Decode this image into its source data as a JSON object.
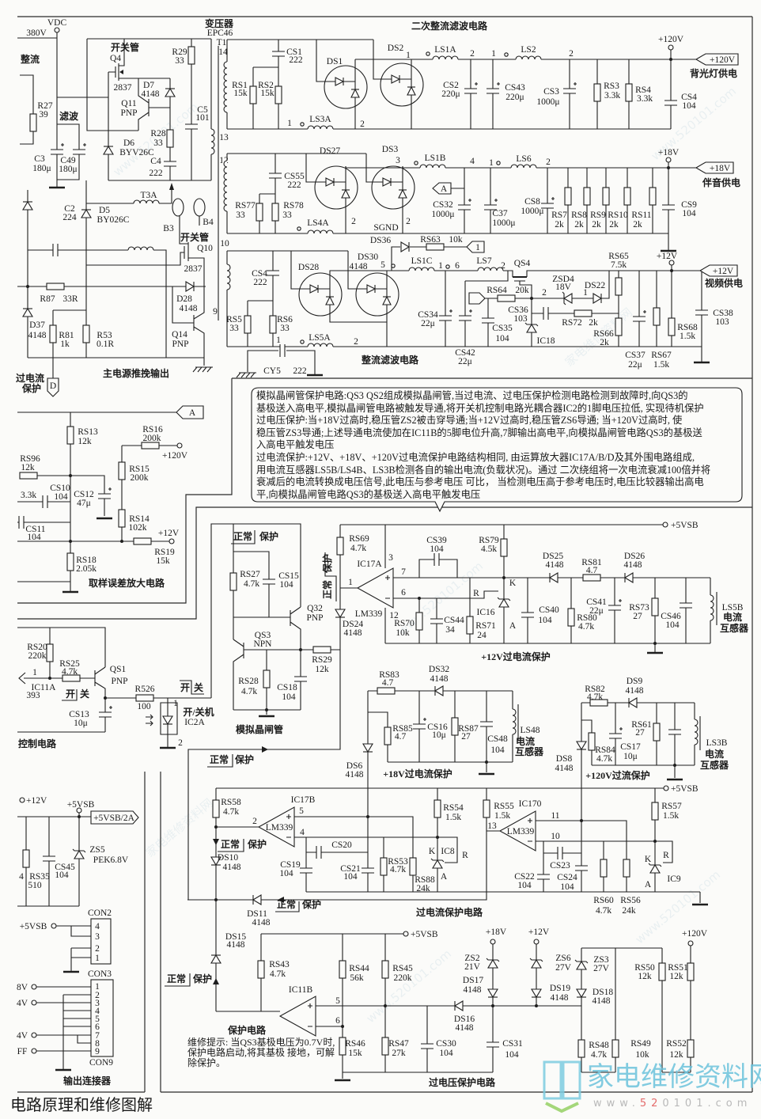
{
  "page": {
    "title": "电路原理和维修图解"
  },
  "watermark": {
    "brand": "家电维修资料网",
    "url_prefix": "www.",
    "url_highlight": "52",
    "url_suffix": "0101.com",
    "faint_url": "www.520101.com",
    "faint_brand": "家电维修资料网"
  },
  "states": {
    "normal": "正常",
    "protect": "保护",
    "on": "开",
    "off": "关"
  },
  "main_power": {
    "title": "主电源推挽输出",
    "vdc_label": "VDC",
    "vdc_value": "380V",
    "rectifier_label": "整流",
    "filter_label": "滤波",
    "switch_label": "开关管",
    "transformer": {
      "label": "变压器",
      "model": "EPC46",
      "ref": "T1",
      "pin_14": "14",
      "pin_13": "13",
      "pin_12": "12",
      "pin_10": "10",
      "pin_9": "9"
    },
    "Q4": {
      "ref": "Q4",
      "value": "2837"
    },
    "Q10": {
      "ref": "Q10",
      "value": "2837"
    },
    "Q11": {
      "ref": "Q11",
      "value": "PNP"
    },
    "Q14": {
      "ref": "Q14",
      "value": "PNP"
    },
    "R27": {
      "ref": "R27",
      "value": "39"
    },
    "R29": {
      "ref": "R29",
      "value": "33"
    },
    "R28": {
      "ref": "R28",
      "value": "33"
    },
    "R87": {
      "ref": "R87",
      "value": "33R"
    },
    "R81": {
      "ref": "R81",
      "value": "1k"
    },
    "R53": {
      "ref": "R53",
      "value": "0.1R"
    },
    "C3": {
      "ref": "C3",
      "value": "180μ"
    },
    "C49": {
      "ref": "C49",
      "value": "180μ"
    },
    "C5": {
      "ref": "C5",
      "value": "101"
    },
    "C4": {
      "ref": "C4",
      "value": "222"
    },
    "C2": {
      "ref": "C2",
      "value": "224"
    },
    "D7": {
      "ref": "D7",
      "value": "4148"
    },
    "D6": {
      "ref": "D6",
      "value": "BYV26C"
    },
    "D5": {
      "ref": "D5",
      "value": "BY026C"
    },
    "D28": {
      "ref": "D28",
      "value": "4148"
    },
    "D37": {
      "ref": "D37",
      "value": "4148"
    },
    "T3A": {
      "ref": "T3A"
    },
    "B3": {
      "ref": "B3"
    },
    "B4": {
      "ref": "B4"
    },
    "ocp_tag": {
      "line1": "过电流",
      "line2": "保护",
      "connector": "D"
    }
  },
  "secondary": {
    "title": "二次整流滤波电路",
    "subtitle": "整流滤波电路",
    "CS1": {
      "ref": "CS1",
      "value": "222"
    },
    "RS1": {
      "ref": "RS1",
      "value": "15k"
    },
    "RS2": {
      "ref": "RS2",
      "value": "15k"
    },
    "DS1": {
      "ref": "DS1"
    },
    "DS2": {
      "ref": "DS2",
      "pin": "1"
    },
    "LS1A": {
      "ref": "LS1A",
      "pin_out": "2"
    },
    "LS3A": {
      "ref": "LS3A",
      "pin_in": "1",
      "pin_out": "2"
    },
    "CS2": {
      "ref": "CS2",
      "value": "220μ"
    },
    "LS2": {
      "ref": "LS2",
      "pin_in": "1",
      "pin_out": "2"
    },
    "CS43": {
      "ref": "CS43",
      "value": "220μ"
    },
    "CS3": {
      "ref": "CS3",
      "value": "1000μ"
    },
    "RS3": {
      "ref": "RS3",
      "value": "3.3k"
    },
    "RS4": {
      "ref": "RS4",
      "value": "3.3k"
    },
    "CS4": {
      "ref": "CS4",
      "value": "104"
    },
    "out_120v": {
      "node": "+120V",
      "tag": "+120V",
      "desc": "背光灯供电"
    },
    "DS27": {
      "ref": "DS27"
    },
    "DS3": {
      "ref": "DS3",
      "pin": "3"
    },
    "LS1B": {
      "ref": "LS1B",
      "pin_out": "4"
    },
    "CS55": {
      "ref": "CS55",
      "value": "222"
    },
    "RS77": {
      "ref": "RS77",
      "value": "33"
    },
    "RS78": {
      "ref": "RS78",
      "value": "33"
    },
    "LS4A": {
      "ref": "LS4A"
    },
    "pin2_a": "2",
    "pin2_b": "2",
    "sgnd": "SGND",
    "tag_A": "A",
    "CS32": {
      "ref": "CS32",
      "value": "1000μ"
    },
    "C37": {
      "ref": "C37",
      "value": "1000μ"
    },
    "LS6": {
      "ref": "LS6",
      "pin_in": "1",
      "pin_out": "2"
    },
    "CS8": {
      "ref": "CS8",
      "value": "1000μ"
    },
    "RS7": {
      "ref": "RS7",
      "value": "2k"
    },
    "RS8": {
      "ref": "RS8",
      "value": "2k"
    },
    "RS9": {
      "ref": "RS9",
      "value": "2k"
    },
    "RS10": {
      "ref": "RS10",
      "value": "2k"
    },
    "RS11": {
      "ref": "RS11",
      "value": "2k"
    },
    "CS9": {
      "ref": "CS9",
      "value": "104"
    },
    "out_18v": {
      "node": "+18V",
      "tag": "+18V",
      "desc": "伴音供电"
    },
    "DS36": {
      "ref": "DS36"
    },
    "RS63": {
      "ref": "RS63",
      "value": "10k"
    },
    "tag_1": "1",
    "DS30": {
      "ref": "DS30",
      "value": "4148",
      "pin": "5"
    },
    "DS28": {
      "ref": "DS28"
    },
    "CS4b": {
      "ref": "CS4",
      "value": "222"
    },
    "RS5": {
      "ref": "RS5",
      "value": "33"
    },
    "RS6": {
      "ref": "RS6",
      "value": "33"
    },
    "LS5A": {
      "ref": "LS5A",
      "pin_in": "1",
      "pin_out": "2"
    },
    "CY5": {
      "ref": "CY5",
      "value": "222"
    },
    "LS1C": {
      "ref": "LS1C",
      "pin_out": "1"
    },
    "LS7": {
      "ref": "LS7",
      "pin_in": "6",
      "pin_out": "2"
    },
    "QS4": {
      "ref": "QS4"
    },
    "RS64": {
      "ref": "RS64",
      "value": "20k"
    },
    "CS34": {
      "ref": "CS34",
      "value": "22μ"
    },
    "CS42": {
      "ref": "CS42",
      "value": "22μ"
    },
    "CS35": {
      "ref": "CS35",
      "value": "104"
    },
    "CS36": {
      "ref": "CS36",
      "value": "103"
    },
    "IC18": {
      "ref": "IC18"
    },
    "ZSD4": {
      "ref": "ZSD4",
      "value": "18V",
      "pin": "2"
    },
    "DS22": {
      "ref": "DS22",
      "pin": "1"
    },
    "RS72": {
      "ref": "RS72",
      "value": "2k"
    },
    "RS65": {
      "ref": "RS65",
      "value": "7.5k"
    },
    "RS66": {
      "ref": "RS66",
      "value": "2k"
    },
    "CS37": {
      "ref": "CS37",
      "value": "22μ"
    },
    "RS67": {
      "ref": "RS67",
      "value": "1.5k"
    },
    "RS68": {
      "ref": "RS68",
      "value": "1.5k"
    },
    "CS38": {
      "ref": "CS38",
      "value": "103"
    },
    "out_12v": {
      "node": "+12V",
      "tag": "+12V",
      "desc": "视频供电"
    }
  },
  "callout": {
    "lines": [
      "模拟晶闸管保护电路:QS3  QS2组成模拟晶闸管,当过电流、过电压保护检测电路检测到故障时,向QS3的",
      "基极送入高电平,模拟晶闸管电路被触发导通,将开关机控制电路光耦合器IC2的1脚电压拉低, 实现待机保护",
      "过电压保护:当+18V过高时,稳压管ZS2被击穿导通;当+12V过高时,稳压管ZS6导通; 当+120V过高时, 使",
      "稳压管ZS3导通;上述导通电流使加在IC11B的5脚电位升高,7脚输出高电平,向模拟晶闸管电路QS3的基极送",
      "入高电平触发电压",
      "过电流保护:+12V、+18V、+120V过电流保护电路结构相同, 由运算放大器IC17A/B/D及其外围电路组成,",
      "用电流互感器LS5B/LS4B、LS3B检测各自的输出电流(负载状况)。通过 二次绕组将一次电流衰减100倍并将",
      "衰减后的电流转换成电压信号,此电压与参考电压 可比， 当检测电压高于参考电压时,电压比较器输出高电",
      "平,向模拟晶闸管电路QS3的基极送入高电平触发电压"
    ]
  },
  "error_amp": {
    "title": "取样误差放大电路",
    "tag_A": "A",
    "RS13": {
      "ref": "RS13",
      "value": "12k"
    },
    "RS16": {
      "ref": "RS16",
      "value": "200k"
    },
    "RS15": {
      "ref": "RS15",
      "value": "200k"
    },
    "RS14": {
      "ref": "RS14",
      "value": "102k"
    },
    "RS96": {
      "ref": "RS96",
      "value": "12k"
    },
    "RS19": {
      "ref": "RS19",
      "value": "15k"
    },
    "RS18": {
      "ref": "RS18",
      "value": "2.05k"
    },
    "CS10": {
      "ref": "CS10",
      "value": "104"
    },
    "CS12": {
      "ref": "CS12",
      "value": "47μ"
    },
    "CS11": {
      "ref": "CS11",
      "value": "104"
    },
    "partial_value": "3.3k",
    "v120": "+120V",
    "v12": "+12V"
  },
  "control": {
    "title": "控制电路",
    "RS20": {
      "ref": "RS20",
      "value": "220k"
    },
    "RS25": {
      "ref": "RS25",
      "value": "4.7k"
    },
    "QS1": {
      "ref": "QS1",
      "value": "PNP"
    },
    "IC11A": {
      "ref": "IC11A",
      "value": "393",
      "pin": "1"
    },
    "CS13": {
      "ref": "CS13",
      "value": "10μ"
    },
    "R526": {
      "ref": "R526",
      "value": "100"
    },
    "IC2A": {
      "ref": "IC2A",
      "desc": "开/关机",
      "pin1": "1",
      "pin2": "2"
    }
  },
  "scr": {
    "title": "模拟晶闸管",
    "RS27": {
      "ref": "RS27",
      "value": "4.7k"
    },
    "CS15": {
      "ref": "CS15",
      "value": "104"
    },
    "Q32": {
      "ref": "Q32",
      "value": "PNP"
    },
    "QS3": {
      "ref": "QS3",
      "value": "NPN"
    },
    "RS29": {
      "ref": "RS29",
      "value": "12k"
    },
    "RS28": {
      "ref": "RS28",
      "value": "4.7k"
    },
    "CS18": {
      "ref": "CS18",
      "value": "104"
    }
  },
  "ocp_12v": {
    "title": "+12V过电流保护",
    "vsb": "+5VSB",
    "RS69": {
      "ref": "RS69",
      "value": "4.7k"
    },
    "IC17A": {
      "ref": "IC17A",
      "chip": "LM339",
      "pin_vcc": "3",
      "pin_in_plus": "7",
      "pin_out": "1",
      "pin_in_minus": "6",
      "pin_gnd": "12"
    },
    "DS24": {
      "ref": "DS24",
      "value": "4148"
    },
    "CS39": {
      "ref": "CS39",
      "value": "104"
    },
    "RS79": {
      "ref": "RS79",
      "value": "4.5k"
    },
    "IC16": {
      "ref": "IC16",
      "pin_k": "K",
      "pin_r": "R",
      "pin_a": "A"
    },
    "RS70": {
      "ref": "RS70",
      "value": "10k"
    },
    "CS44": {
      "ref": "CS44",
      "value": "34"
    },
    "RS71": {
      "ref": "RS71",
      "value": "24"
    },
    "CS40": {
      "ref": "CS40",
      "value": "104"
    },
    "DS25": {
      "ref": "DS25",
      "value": "4148"
    },
    "RS81": {
      "ref": "RS81",
      "value": "4.7"
    },
    "DS26": {
      "ref": "DS26",
      "value": "4148"
    },
    "CS41": {
      "ref": "CS41",
      "value": "22μ"
    },
    "RS80": {
      "ref": "RS80",
      "value": "4.7k"
    },
    "RS73": {
      "ref": "RS73",
      "value": "27"
    },
    "CS46": {
      "ref": "CS46",
      "value": "104"
    },
    "LS5B": {
      "ref": "LS5B",
      "desc1": "电流",
      "desc2": "互感器"
    }
  },
  "ocp_18v": {
    "title": "+18V过电流保护",
    "RS83": {
      "ref": "RS83",
      "value": "4.7"
    },
    "DS32": {
      "ref": "DS32",
      "value": "4148"
    },
    "RS85": {
      "ref": "RS85",
      "value": "4.7"
    },
    "CS16": {
      "ref": "CS16",
      "value": "10μ"
    },
    "RS87": {
      "ref": "RS87",
      "value": "27"
    },
    "CS48": {
      "ref": "CS48",
      "value": "104"
    },
    "LS48": {
      "ref": "LS48",
      "desc1": "电流",
      "desc2": "互感器"
    },
    "DS6": {
      "ref": "DS6",
      "value": "4148"
    }
  },
  "ocp_120v": {
    "title": "+120V过流保护",
    "RS82": {
      "ref": "RS82",
      "value": "4.7k"
    },
    "DS9": {
      "ref": "DS9",
      "value": "4148"
    },
    "RS84": {
      "ref": "RS84",
      "value": "4.7k"
    },
    "CS17": {
      "ref": "CS17",
      "value": "10μ"
    },
    "RS61": {
      "ref": "RS61",
      "value": "27"
    },
    "LS3B": {
      "ref": "LS3B",
      "desc1": "电流",
      "desc2": "互感器"
    },
    "DS8": {
      "ref": "DS8",
      "value": "4148"
    }
  },
  "ocp_compare": {
    "title": "过电流保护电路",
    "vsb": "+5VSB",
    "RS58": {
      "ref": "RS58",
      "value": "4.7k"
    },
    "IC17B": {
      "ref": "IC17B",
      "chip": "LM339",
      "pin_plus": "5",
      "pin_out": "2",
      "pin_minus": "4"
    },
    "DS10": {
      "ref": "DS10",
      "value": "4148"
    },
    "DS11": {
      "ref": "DS11",
      "value": "4148"
    },
    "CS20": {
      "ref": "CS20"
    },
    "CS19": {
      "ref": "CS19",
      "value": "104"
    },
    "CS21": {
      "ref": "CS21",
      "value": "104"
    },
    "RS53": {
      "ref": "RS53",
      "value": "4.7k"
    },
    "RS88": {
      "ref": "RS88",
      "value": "24k"
    },
    "RS54": {
      "ref": "RS54",
      "value": "1.5k"
    },
    "IC8": {
      "ref": "IC8",
      "pin_k": "K",
      "pin_r": "R",
      "pin_a": "A"
    },
    "RS55": {
      "ref": "RS55",
      "value": "1.5k"
    },
    "IC170": {
      "ref": "IC170",
      "chip": "LM339",
      "pin_out": "13",
      "pin_plus": "11",
      "pin_minus": "10"
    },
    "CS23": {
      "ref": "CS23"
    },
    "CS22": {
      "ref": "CS22",
      "value": "104"
    },
    "CS24": {
      "ref": "CS24",
      "value": "104"
    },
    "RS60": {
      "ref": "RS60",
      "value": "4.7k"
    },
    "RS56": {
      "ref": "RS56",
      "value": "24k"
    },
    "RS57": {
      "ref": "RS57",
      "value": "1.5k"
    },
    "IC9": {
      "ref": "IC9",
      "pin_k": "K",
      "pin_r": "R",
      "pin_a": "A"
    }
  },
  "protection": {
    "title": "保护电路",
    "vsb": "+5VSB",
    "DS15": {
      "ref": "DS15",
      "value": "4148"
    },
    "RS43": {
      "ref": "RS43",
      "value": "4.7k"
    },
    "IC11B": {
      "ref": "IC11B",
      "pin_plus": "5",
      "pin_minus": "6"
    },
    "RS44": {
      "ref": "RS44",
      "value": "56k"
    },
    "RS45": {
      "ref": "RS45",
      "value": "220k"
    },
    "RS46": {
      "ref": "RS46",
      "value": "15k"
    },
    "RS47": {
      "ref": "RS47",
      "value": "27k"
    },
    "CS30": {
      "ref": "CS30",
      "value": "104"
    },
    "DS16": {
      "ref": "DS16",
      "value": "4148"
    },
    "repair_tip": [
      "维修提示: 当QS3基极电压为0.7V时,",
      "保护电路启动,将其基极 接地，可解",
      "除保护。"
    ]
  },
  "ovp": {
    "title": "过电压保护电路",
    "v18": "+18V",
    "v12": "+12V",
    "v120": "+120V",
    "ZS2": {
      "ref": "ZS2",
      "value": "21V"
    },
    "DS17": {
      "ref": "DS17",
      "value": "4148"
    },
    "ZS6": {
      "ref": "ZS6",
      "value": "27V"
    },
    "DS19": {
      "ref": "DS19",
      "value": "4148"
    },
    "ZS3": {
      "ref": "ZS3",
      "value": "27V"
    },
    "DS18": {
      "ref": "DS18",
      "value": "4148"
    },
    "RS50": {
      "ref": "RS50",
      "value": "12k"
    },
    "RS51": {
      "ref": "RS51",
      "value": "12k"
    },
    "CS31": {
      "ref": "CS31",
      "value": "104"
    },
    "RS48": {
      "ref": "RS48",
      "value": "4.7k"
    },
    "RS49": {
      "ref": "RS49",
      "value": "10k"
    },
    "RS52": {
      "ref": "RS52",
      "value": "12k"
    }
  },
  "standby": {
    "v12": "+12V",
    "vsb": "+5VSB",
    "tag": "+5VSB/2A",
    "ZS5": {
      "ref": "ZS5",
      "value": "PEK6.8V"
    },
    "RS35": {
      "ref": "RS35",
      "value": "510",
      "pin": "4"
    },
    "CS45": {
      "ref": "CS45",
      "value": "104"
    }
  },
  "connectors": {
    "title": "输出连接器",
    "CON2": {
      "ref": "CON2",
      "input": "+5VSB",
      "pins": [
        "4",
        "3",
        "2",
        "1"
      ]
    },
    "CON3": {
      "ref": "CON3",
      "ref_bottom": "CON9",
      "pins": [
        "1",
        "2",
        "3",
        "4",
        "5",
        "6",
        "7",
        "8",
        "9"
      ],
      "inputs": [
        "8V",
        "4V",
        "4V",
        "FF"
      ]
    }
  }
}
